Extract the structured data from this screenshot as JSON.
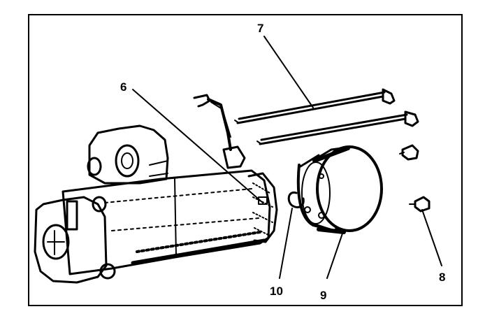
{
  "diagram": {
    "callouts": {
      "c6": "6",
      "c7": "7",
      "c8": "8",
      "c9": "9",
      "c10": "10"
    },
    "colors": {
      "ink": "#000000",
      "paper": "#ffffff"
    }
  }
}
